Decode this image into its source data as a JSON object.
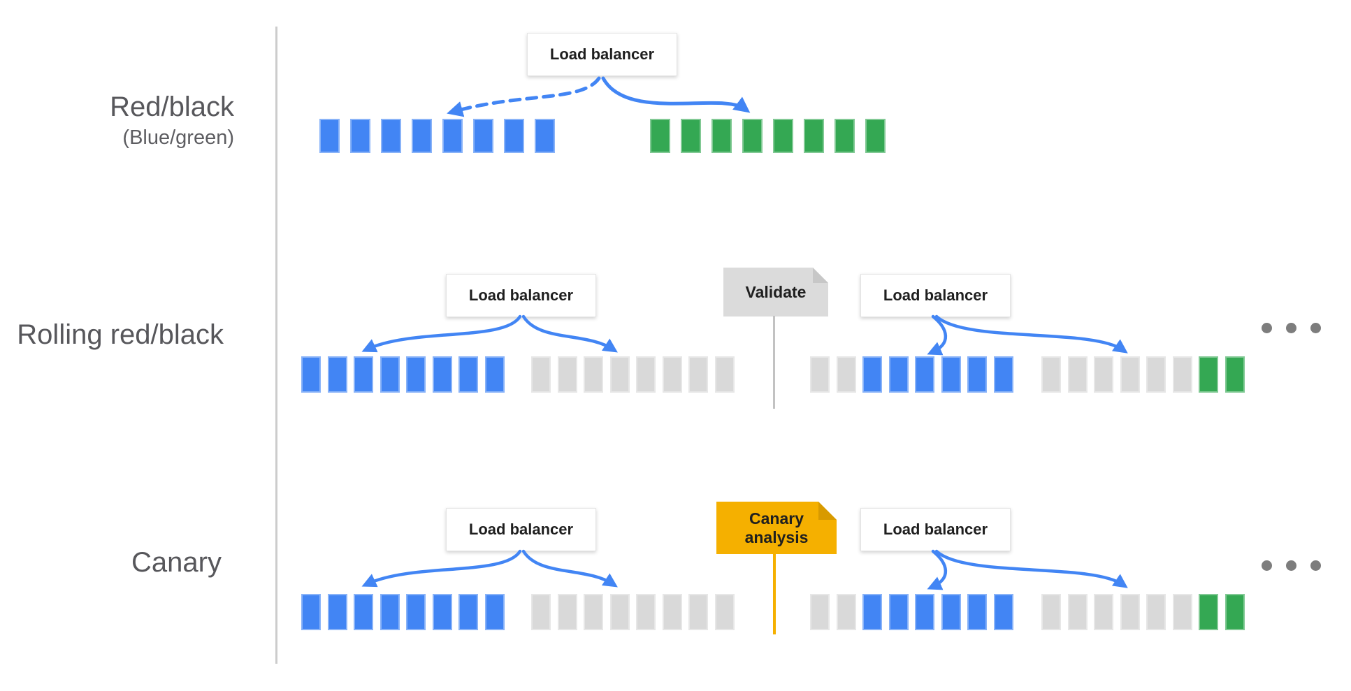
{
  "rows": [
    {
      "label": "Red/black",
      "sublabel": "(Blue/green)",
      "load_balancers": [
        "Load balancer"
      ],
      "groups": [
        [
          "blue",
          "blue",
          "blue",
          "blue",
          "blue",
          "blue",
          "blue",
          "blue"
        ],
        [
          "green",
          "green",
          "green",
          "green",
          "green",
          "green",
          "green",
          "green"
        ]
      ]
    },
    {
      "label": "Rolling red/black",
      "load_balancers": [
        "Load balancer",
        "Load balancer"
      ],
      "milestone": {
        "label": "Validate"
      },
      "ellipsis": "...",
      "groups": [
        [
          "blue",
          "blue",
          "blue",
          "blue",
          "blue",
          "blue",
          "blue",
          "blue"
        ],
        [
          "gray",
          "gray",
          "gray",
          "gray",
          "gray",
          "gray",
          "gray",
          "gray"
        ],
        [
          "gray",
          "gray",
          "blue",
          "blue",
          "blue",
          "blue",
          "blue",
          "blue"
        ],
        [
          "gray",
          "gray",
          "gray",
          "gray",
          "gray",
          "gray",
          "green",
          "green"
        ]
      ]
    },
    {
      "label": "Canary",
      "load_balancers": [
        "Load balancer",
        "Load balancer"
      ],
      "milestone": {
        "label": "Canary analysis",
        "lines": [
          "Canary",
          "analysis"
        ]
      },
      "ellipsis": "...",
      "groups": [
        [
          "blue",
          "blue",
          "blue",
          "blue",
          "blue",
          "blue",
          "blue",
          "blue"
        ],
        [
          "gray",
          "gray",
          "gray",
          "gray",
          "gray",
          "gray",
          "gray",
          "gray"
        ],
        [
          "gray",
          "gray",
          "blue",
          "blue",
          "blue",
          "blue",
          "blue",
          "blue"
        ],
        [
          "gray",
          "gray",
          "gray",
          "gray",
          "gray",
          "gray",
          "green",
          "green"
        ]
      ]
    }
  ],
  "colors": {
    "blue": "#4285f4",
    "green": "#34a853",
    "gray": "#d9d9d9",
    "canary_tag": "#f5b000",
    "validate_tag": "#dbdbdb",
    "arrow": "#4285f4",
    "dot": "#7d7d7d",
    "label_text": "#57575b"
  }
}
